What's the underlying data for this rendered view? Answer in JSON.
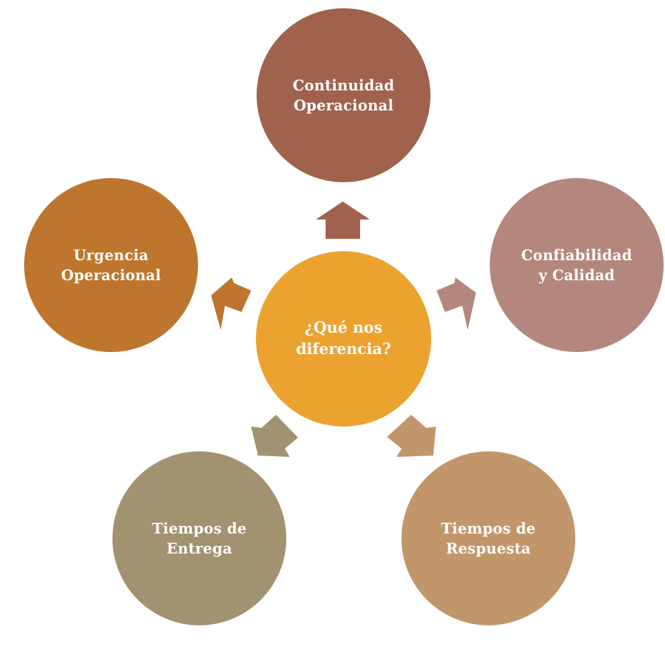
{
  "diagram": {
    "center": {
      "label": "¿Qué nos\ndiferencia?",
      "color": "#ECA22F"
    },
    "nodes": [
      {
        "id": "continuidad",
        "label": "Continuidad\nOperacional",
        "color": "#A0624D"
      },
      {
        "id": "confiabilidad",
        "label": "Confiabilidad\ny Calidad",
        "color": "#B3877D"
      },
      {
        "id": "respuesta",
        "label": "Tiempos de\nRespuesta",
        "color": "#C2966B"
      },
      {
        "id": "entrega",
        "label": "Tiempos de\nEntrega",
        "color": "#A19270"
      },
      {
        "id": "urgencia",
        "label": "Urgencia\nOperacional",
        "color": "#BE752E"
      }
    ]
  }
}
